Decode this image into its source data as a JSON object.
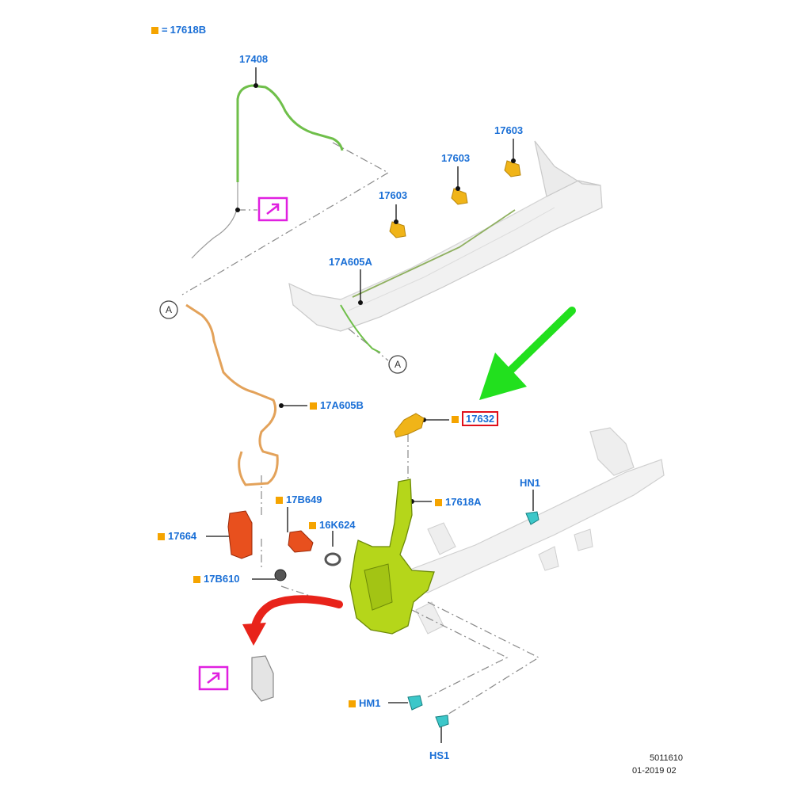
{
  "legend": {
    "swatch_color": "#f5a400",
    "equals": "=",
    "part": "17618B"
  },
  "callouts": {
    "c17408": "17408",
    "c17603a": "17603",
    "c17603b": "17603",
    "c17603c": "17603",
    "c17A605A": "17A605A",
    "c17A605B": "17A605B",
    "c17632": "17632",
    "c17618A": "17618A",
    "cHN1": "HN1",
    "c17B649": "17B649",
    "c16K624": "16K624",
    "c17664": "17664",
    "c17B610": "17B610",
    "cHM1": "HM1",
    "cHS1": "HS1"
  },
  "view_markers": {
    "a_top": "A",
    "a_bottom": "A"
  },
  "footer": {
    "doc_number": "5011610",
    "date_code": "01-2019 02"
  },
  "colors": {
    "label_blue": "#1a6fd6",
    "swatch_orange": "#f5a400",
    "highlight_red": "#e0101a",
    "arrow_green": "#22e01e",
    "arrow_red": "#e8231a",
    "reservoir_green": "#b5d61a",
    "pump_red": "#e8501e",
    "clip_cyan": "#3cc7c9",
    "hose_green": "#6fbf4a",
    "hose_orange": "#e3a25a",
    "nozzle_yellow": "#f0b418",
    "reference_magenta": "#e020e0"
  },
  "icons": [
    "reference-magenta-icon",
    "green-arrow-icon",
    "red-arrow-icon"
  ]
}
